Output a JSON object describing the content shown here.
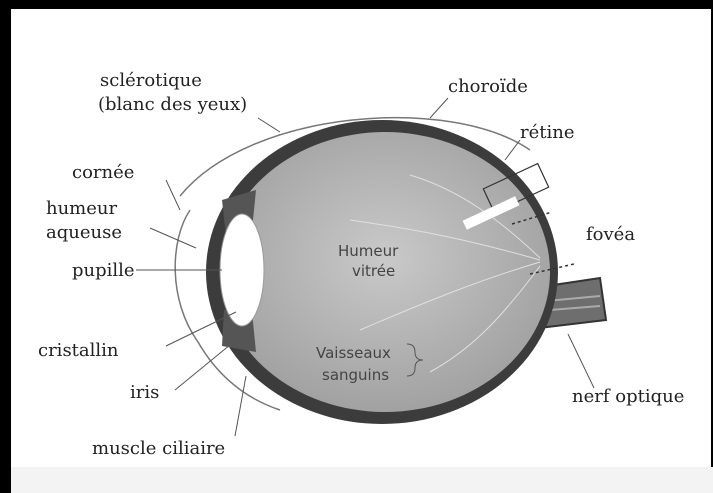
{
  "labels": {
    "sclerotique_line1": "sclérotique",
    "sclerotique_line2": "(blanc des yeux)",
    "choroide": "choroïde",
    "retine": "rétine",
    "cornee": "cornée",
    "humeur_aqueuse_line1": "humeur",
    "humeur_aqueuse_line2": "aqueuse",
    "pupille": "pupille",
    "fovea": "fovéa",
    "humeur_vitree_line1": "Humeur",
    "humeur_vitree_line2": "vitrée",
    "vaisseaux_line1": "Vaisseaux",
    "vaisseaux_line2": "sanguins",
    "cristallin": "cristallin",
    "iris": "iris",
    "nerf_optique": "nerf optique",
    "muscle_ciliaire": "muscle ciliaire"
  },
  "colors": {
    "frame": "#000000",
    "sclera": "#3c3c3c",
    "vitreous": "#b8b8b8",
    "lens": "#ffffff",
    "nerve": "#6e6e6e"
  }
}
